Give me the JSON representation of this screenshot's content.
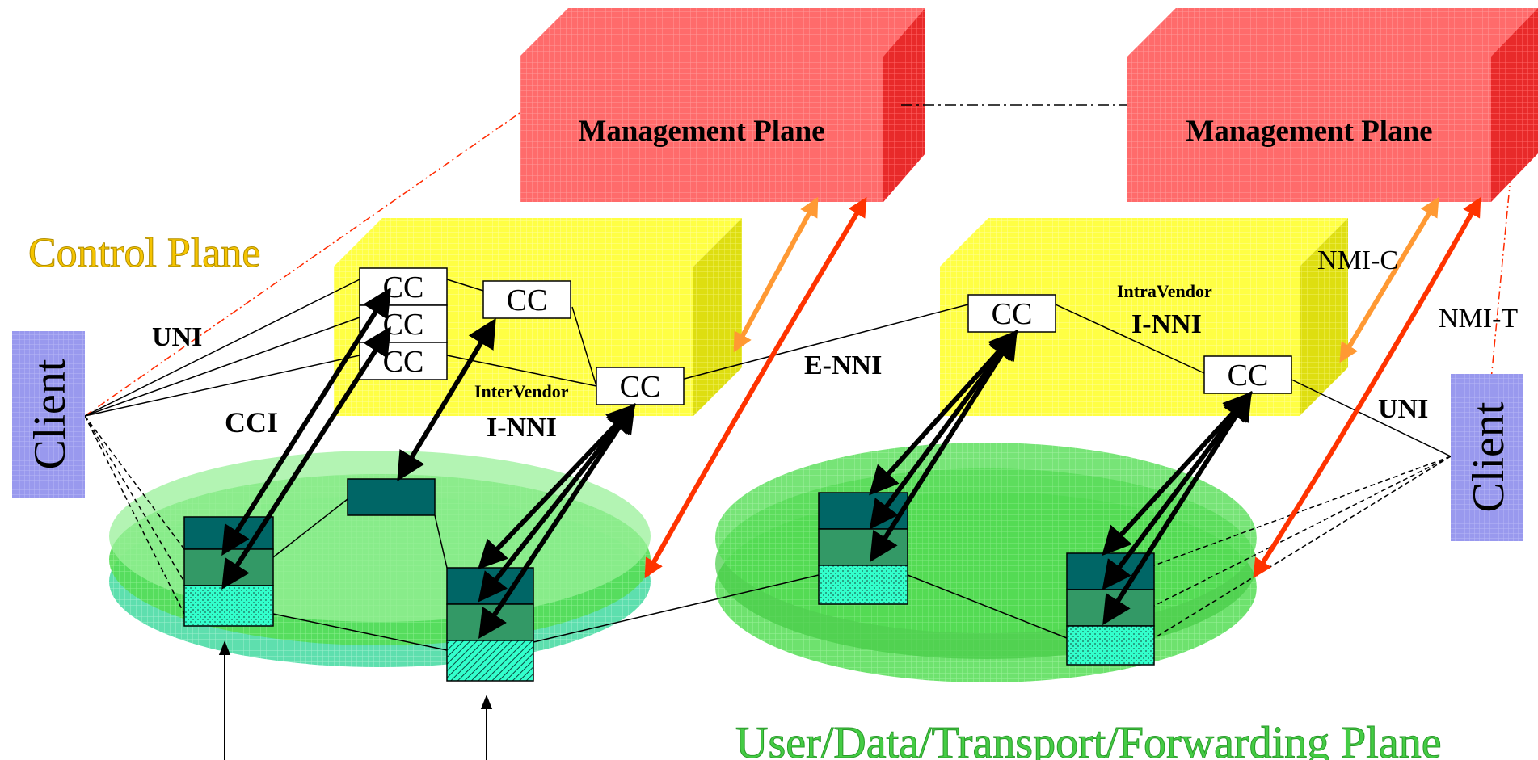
{
  "management_planes": [
    {
      "label": "Management Plane"
    },
    {
      "label": "Management Plane"
    }
  ],
  "control_plane_title": "Control Plane",
  "data_plane_title": "User/Data/Transport/Forwarding Plane",
  "clients": [
    {
      "label": "Client"
    },
    {
      "label": "Client"
    }
  ],
  "cc_label": "CC",
  "interface_labels": {
    "uni_left": "UNI",
    "uni_right": "UNI",
    "cci": "CCI",
    "inter_vendor": "InterVendor",
    "inter_vendor_inni": "I-NNI",
    "intra_vendor": "IntraVendor",
    "intra_vendor_inni": "I-NNI",
    "enni": "E-NNI",
    "nmi_c": "NMI-C",
    "nmi_t": "NMI-T"
  },
  "colors": {
    "management_plane": "#ff5a5a",
    "control_plane": "#ffff33",
    "data_plane_green": "#33cc33",
    "data_plane_teal": "#33cc99",
    "client_box": "#9999ee",
    "control_plane_text": "#f5c400",
    "data_plane_text": "#44cc44",
    "nmi_c_arrow": "#ff9933",
    "nmi_t_arrow": "#ff3300",
    "switch_top": "#006666",
    "switch_mid": "#339966",
    "switch_bottom": "#33ffcc"
  }
}
